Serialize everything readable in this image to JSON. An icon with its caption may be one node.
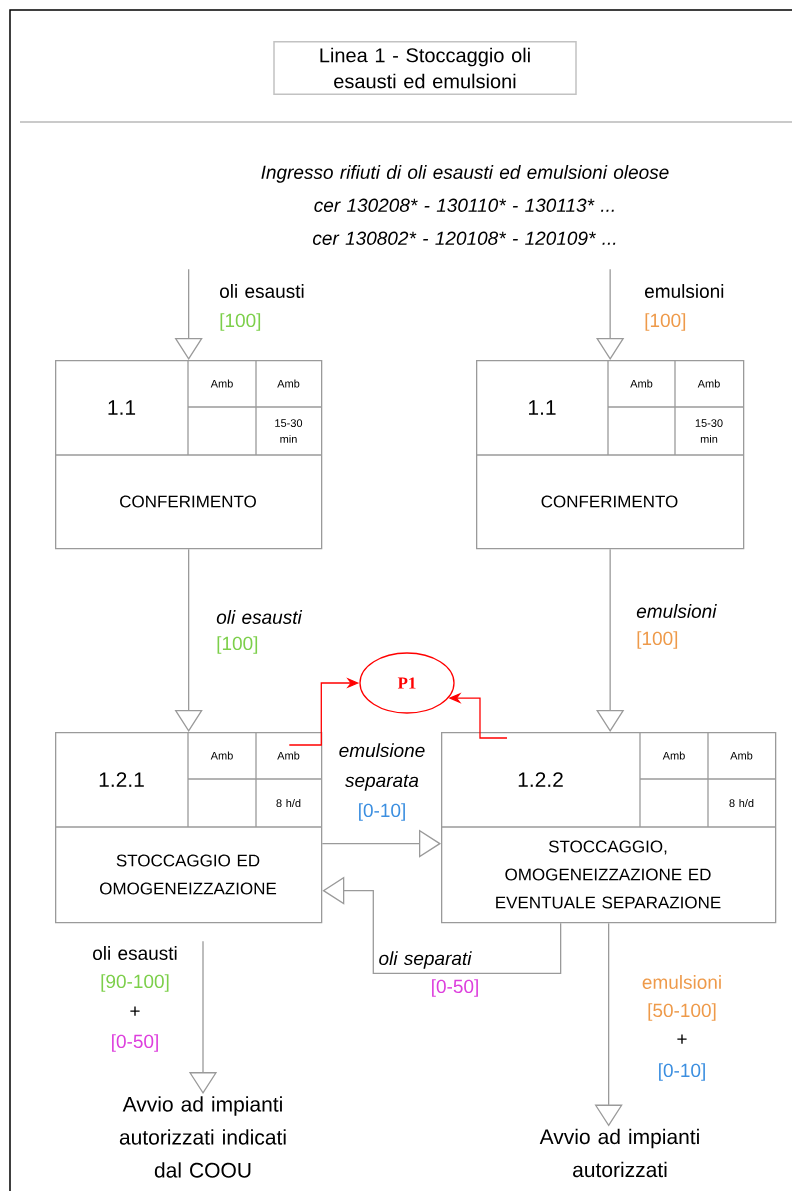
{
  "diagram": {
    "nodes": [
      {
        "text": [
          "Linea 1 - Stoccaggio oli esausti ed emulsioni"
        ]
      },
      {
        "text": [
          "Ingresso rifiuti di oli esausti ed emulsioni oleose",
          "cer 130208* - 130110* - 130113* ...",
          "cer 130802* - 120108* - 120109* ..."
        ]
      },
      {
        "text": [
          "1.1",
          "Amb",
          "Amb",
          "15-30 min",
          "CONFERIMENTO"
        ]
      },
      {
        "text": [
          "1.1",
          "Amb",
          "Amb",
          "15-30 min",
          "CONFERIMENTO"
        ]
      },
      {
        "text": [
          "1.2.1",
          "Amb",
          "Amb",
          "8 h/d",
          "STOCCAGGIO ED OMOGENEIZZAZIONE"
        ]
      },
      {
        "text": [
          "1.2.2",
          "Amb",
          "Amb",
          "8 h/d",
          "STOCCAGGIO, OMOGENEIZZAZIONE ED EVENTUALE SEPARAZIONE"
        ]
      },
      {
        "text": [
          "P1"
        ]
      },
      {
        "text": [
          "Avvio ad impianti autorizzati indicati dal COOU"
        ]
      },
      {
        "text": [
          "Avvio ad impianti autorizzati"
        ]
      }
    ],
    "edges": [
      {
        "from": 1,
        "to": 2,
        "arrow": "to",
        "label": "oli esausti"
      },
      {
        "from": 1,
        "to": 3,
        "arrow": "to",
        "label": "emulsioni"
      },
      {
        "from": 2,
        "to": 4,
        "arrow": "to",
        "label": "oli esausti"
      },
      {
        "from": 3,
        "to": 5,
        "arrow": "to",
        "label": "emulsioni"
      },
      {
        "from": 4,
        "to": 5,
        "arrow": "to",
        "label": "emulsione separata"
      },
      {
        "from": 5,
        "to": 4,
        "arrow": "to",
        "label": "oli separati"
      },
      {
        "from": 4,
        "to": 7,
        "arrow": "to",
        "label": "oli esausti"
      },
      {
        "from": 5,
        "to": 8,
        "arrow": "to",
        "label": "emulsioni"
      },
      {
        "from": 4,
        "to": 6,
        "arrow": "to",
        "color": "#ff0000"
      },
      {
        "from": 5,
        "to": 6,
        "arrow": "to",
        "color": "#ff0000"
      }
    ],
    "labels": [
      "[100]",
      "[100]",
      "[100]",
      "[100]",
      "[0-10]",
      "[0-50]",
      "[90-100]",
      "+",
      "[0-50]",
      "[50-100]",
      "+",
      "[0-10]"
    ]
  }
}
